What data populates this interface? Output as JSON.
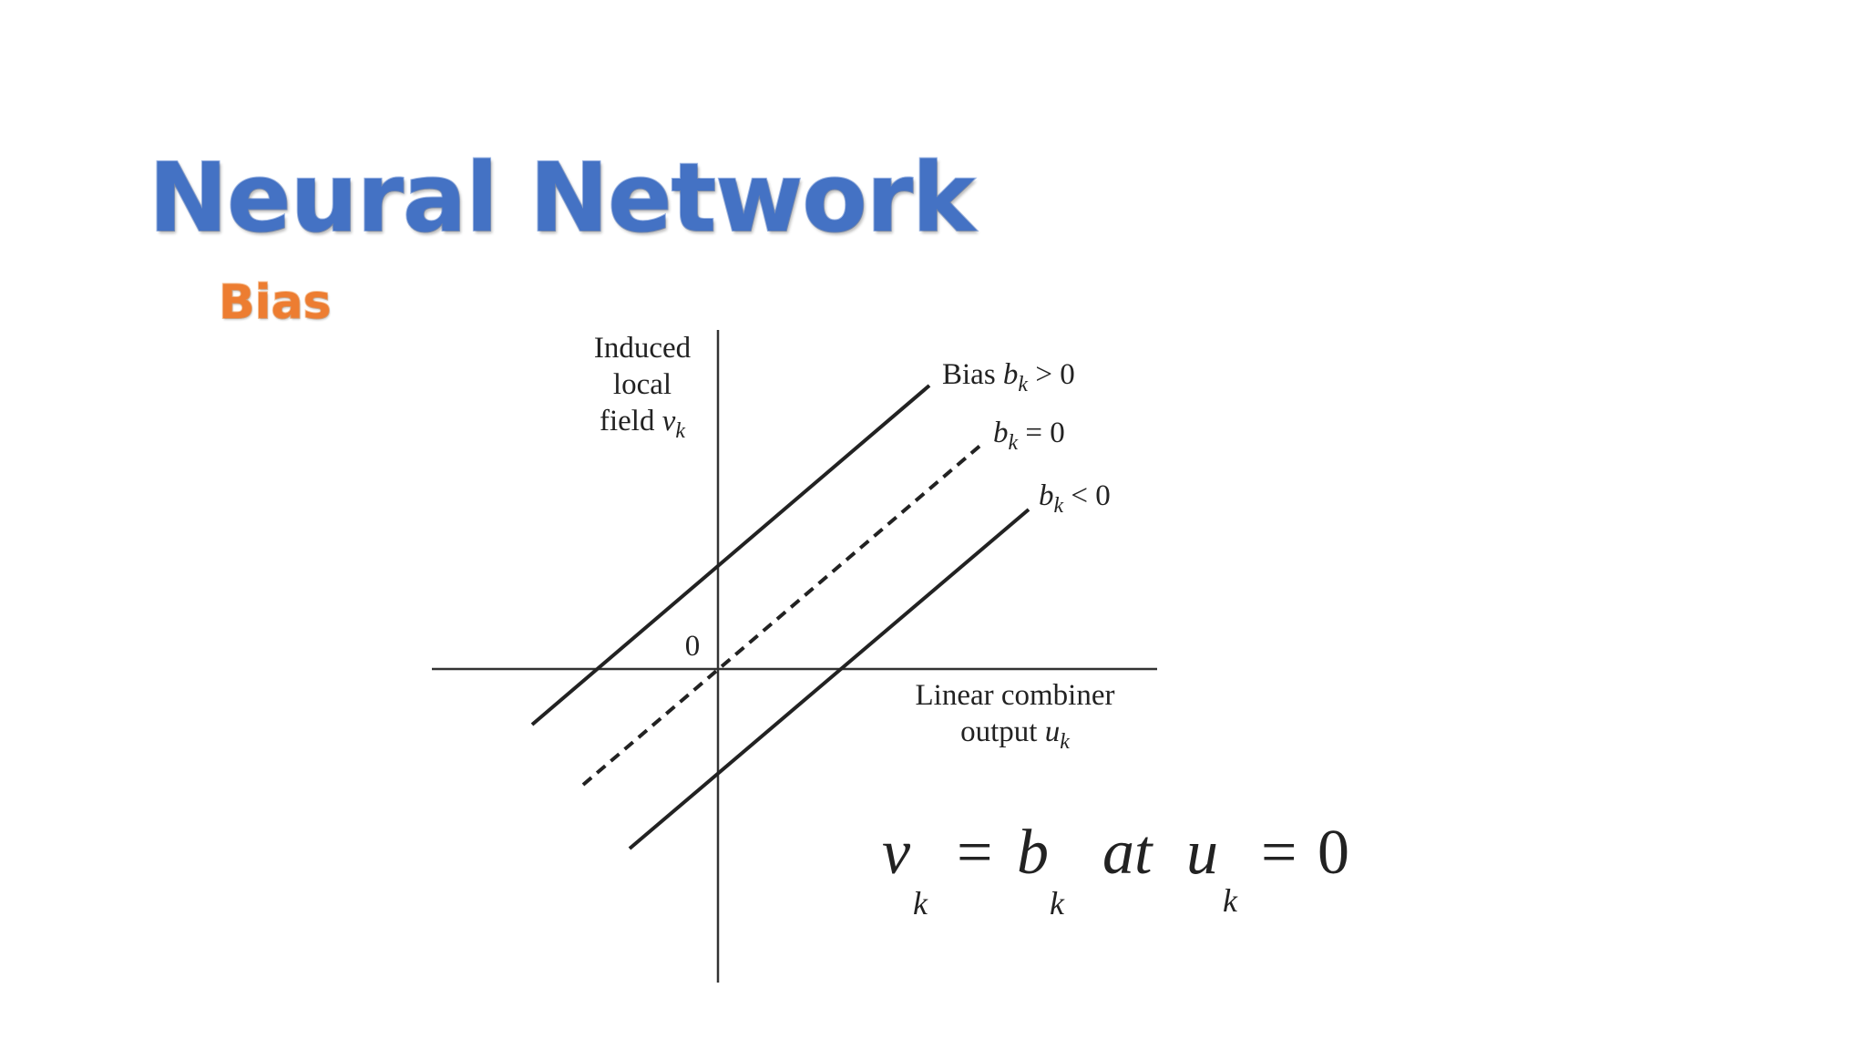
{
  "slide": {
    "title": "Neural Network",
    "subtitle": "Bias",
    "colors": {
      "title": "#4472c4",
      "subtitle": "#ed7d31",
      "ink": "#222222"
    }
  },
  "diagram": {
    "y_axis_label": {
      "line1": "Induced",
      "line2": "local",
      "line3_text": "field ",
      "line3_var": "v",
      "line3_sub": "k"
    },
    "origin_label": "0",
    "x_axis_label": {
      "line1": "Linear combiner",
      "line2_text": "output ",
      "line2_var": "u",
      "line2_sub": "k"
    },
    "lines": [
      {
        "id": "positive-bias",
        "style": "solid",
        "label_prefix": "Bias ",
        "label_var": "b",
        "label_sub": "k",
        "label_rel": " > 0"
      },
      {
        "id": "zero-bias",
        "style": "dashed",
        "label_prefix": "",
        "label_var": "b",
        "label_sub": "k",
        "label_rel": " = 0"
      },
      {
        "id": "negative-bias",
        "style": "solid",
        "label_prefix": "",
        "label_var": "b",
        "label_sub": "k",
        "label_rel": " < 0"
      }
    ]
  },
  "equation": {
    "v": "v",
    "v_sub": "k",
    "eq1": "=",
    "b": "b",
    "b_sub": "k",
    "at": "at",
    "u": "u",
    "u_sub": "k",
    "eq2": "=",
    "zero": "0"
  }
}
